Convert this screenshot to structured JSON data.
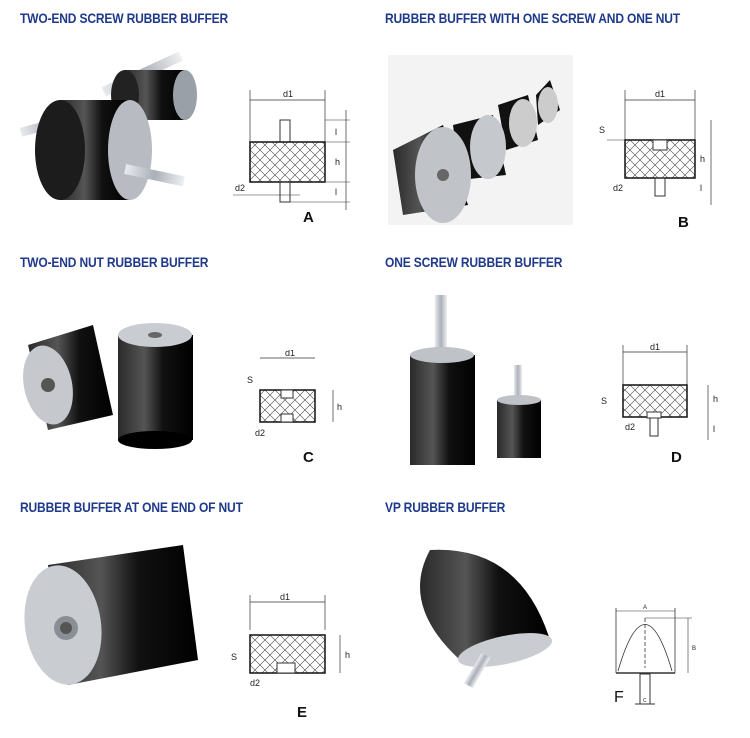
{
  "sections": [
    {
      "title": "TWO-END SCREW RUBBER BUFFER",
      "diagram_letter": "A",
      "labels": {
        "top_diameter": "d1",
        "bottom_diameter": "d2",
        "height": "h",
        "screw_length": "l"
      }
    },
    {
      "title": "RUBBER BUFFER WITH ONE SCREW AND ONE NUT",
      "diagram_letter": "B",
      "labels": {
        "top_diameter": "d1",
        "bottom_diameter": "d2",
        "height": "h",
        "screw_length": "l",
        "nut_depth": "S"
      }
    },
    {
      "title": "TWO-END NUT RUBBER BUFFER",
      "diagram_letter": "C",
      "labels": {
        "top_diameter": "d1",
        "bottom_diameter": "d2",
        "height": "h",
        "nut_depth": "S"
      }
    },
    {
      "title": "ONE SCREW RUBBER BUFFER",
      "diagram_letter": "D",
      "labels": {
        "top_diameter": "d1",
        "bottom_diameter": "d2",
        "height": "h",
        "screw_length": "l",
        "nut_depth": "S"
      }
    },
    {
      "title": "RUBBER BUFFER AT ONE END OF NUT",
      "diagram_letter": "E",
      "labels": {
        "top_diameter": "d1",
        "bottom_diameter": "d2",
        "height": "h",
        "nut_depth": "S"
      }
    },
    {
      "title": "VP RUBBER BUFFER",
      "diagram_letter": "F",
      "labels": {
        "width": "A",
        "height": "B",
        "thread": "C"
      }
    }
  ],
  "colors": {
    "title": "#1f3a8a",
    "rubber": "#151515",
    "metal": "#c9ccd1"
  }
}
